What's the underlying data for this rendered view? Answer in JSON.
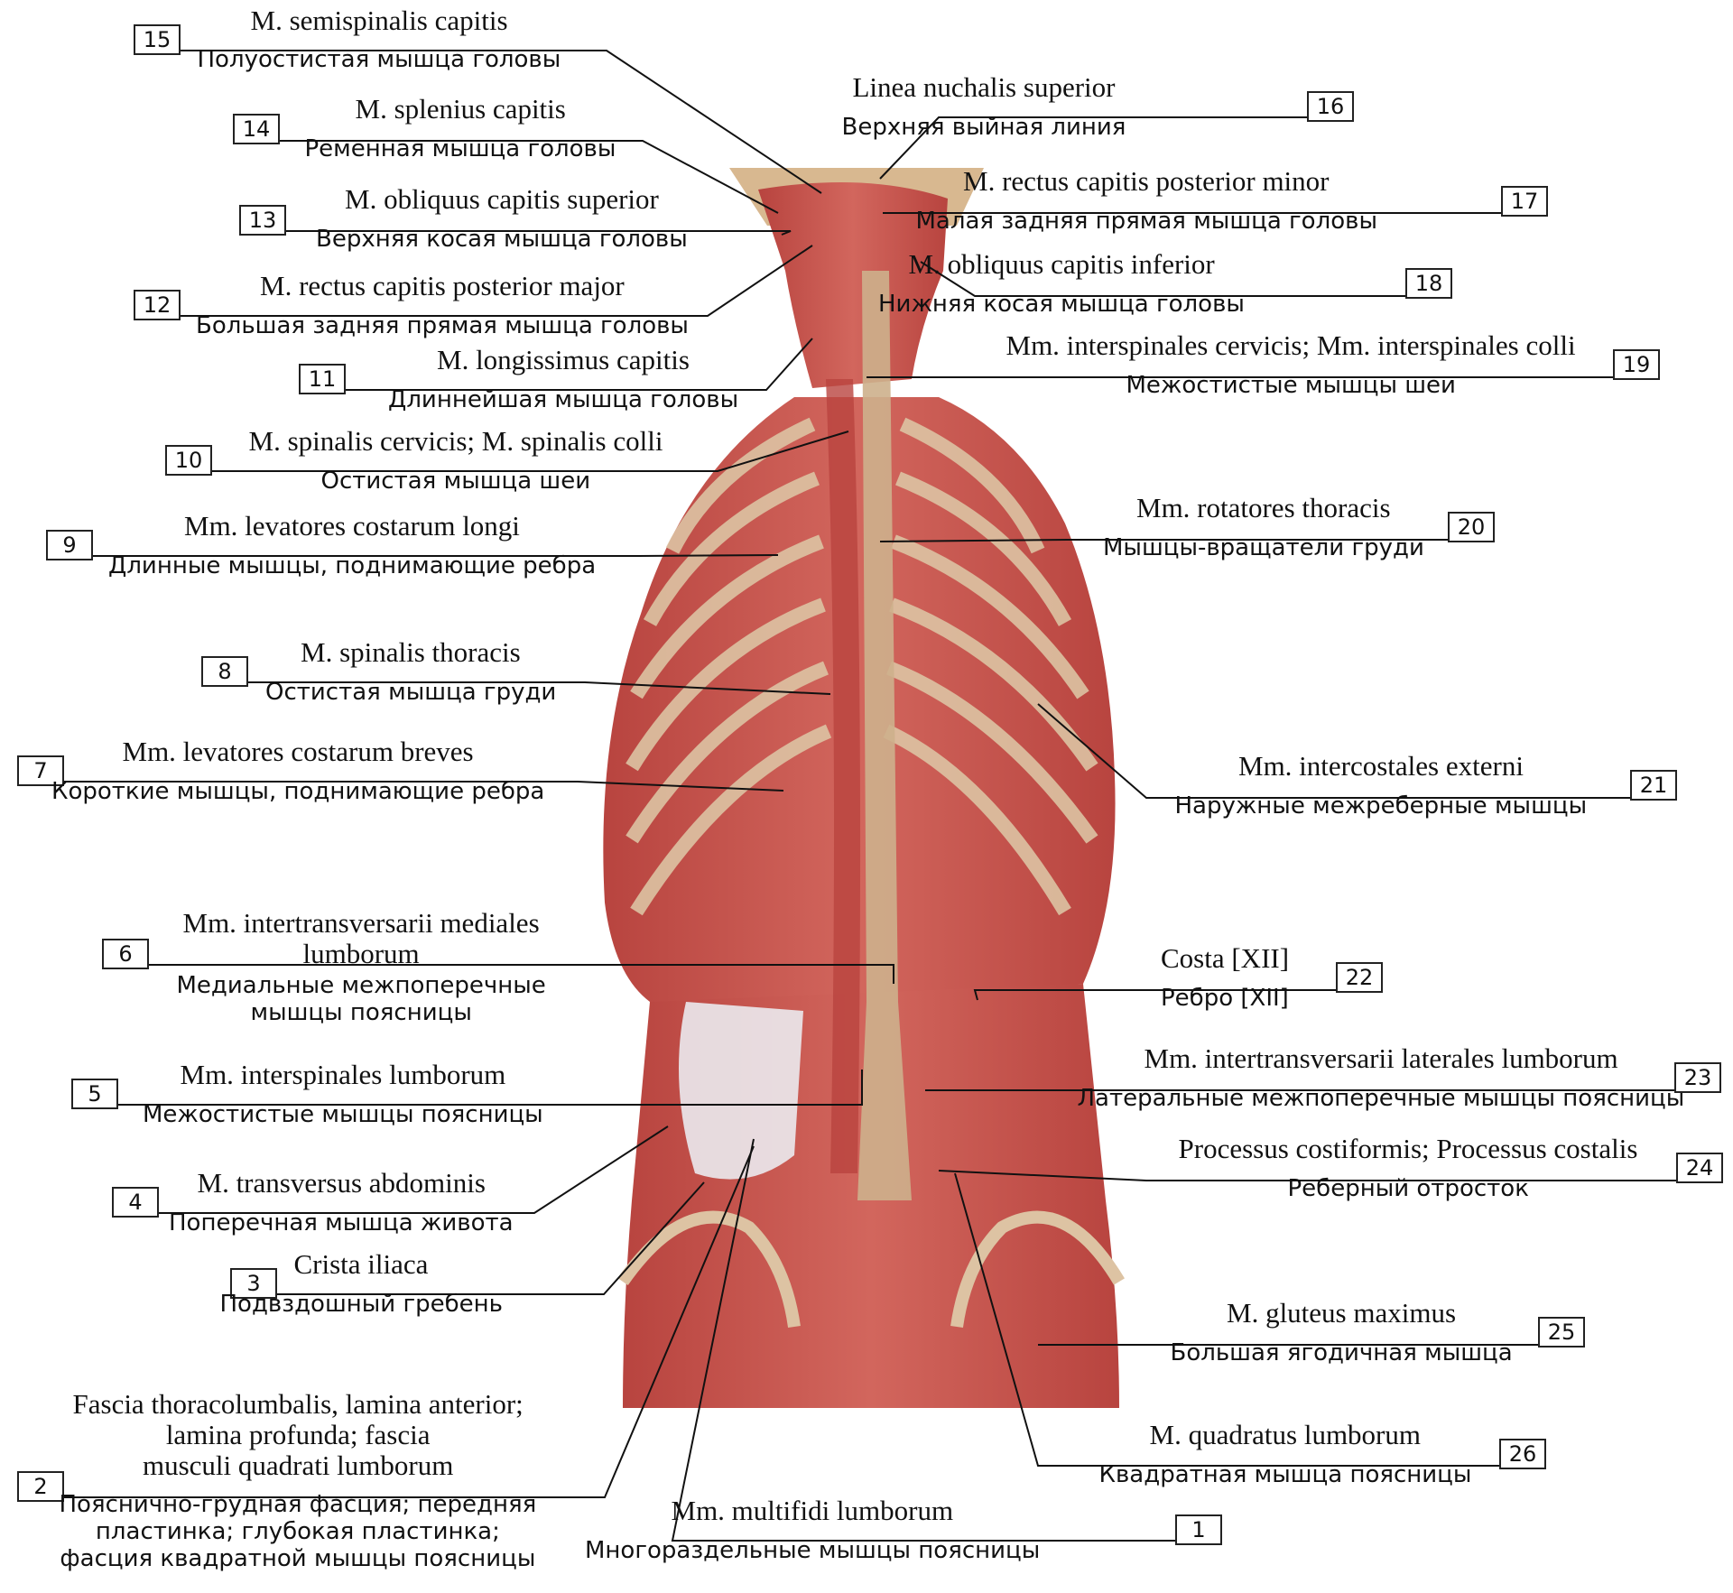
{
  "labels": [
    {
      "num": "15",
      "latin": "M. semispinalis capitis",
      "russian": "Полуостистая мышца головы"
    },
    {
      "num": "14",
      "latin": "M. splenius capitis",
      "russian": "Ременная мышца головы"
    },
    {
      "num": "13",
      "latin": "M. obliquus capitis superior",
      "russian": "Верхняя косая мышца головы"
    },
    {
      "num": "12",
      "latin": "M. rectus capitis posterior major",
      "russian": "Большая задняя прямая мышца головы"
    },
    {
      "num": "11",
      "latin": "M. longissimus capitis",
      "russian": "Длиннейшая мышца головы"
    },
    {
      "num": "10",
      "latin": "M. spinalis cervicis; M. spinalis colli",
      "russian": "Остистая мышца шеи"
    },
    {
      "num": "9",
      "latin": "Mm. levatores costarum longi",
      "russian": "Длинные мышцы, поднимающие ребра"
    },
    {
      "num": "8",
      "latin": "M. spinalis thoracis",
      "russian": "Остистая мышца груди"
    },
    {
      "num": "7",
      "latin": "Mm. levatores costarum breves",
      "russian": "Короткие мышцы, поднимающие ребра"
    },
    {
      "num": "6",
      "latin": "Mm. intertransversarii mediales lumborum",
      "russian": "Медиальные межпоперечные мышцы поясницы"
    },
    {
      "num": "5",
      "latin": "Mm. interspinales lumborum",
      "russian": "Межостистые мышцы поясницы"
    },
    {
      "num": "4",
      "latin": "M. transversus abdominis",
      "russian": "Поперечная мышца живота"
    },
    {
      "num": "3",
      "latin": "Crista iliaca",
      "russian": "Подвздошный гребень"
    },
    {
      "num": "2",
      "latin": "Fascia thoracolumbalis, lamina anterior; lamina profunda; fascia musculi quadrati lumborum",
      "russian": "Пояснично-грудная фасция; передняя пластинка; глубокая пластинка; фасция квадратной мышцы поясницы"
    },
    {
      "num": "1",
      "latin": "Mm. multifidi lumborum",
      "russian": "Многораздельные мышцы поясницы"
    },
    {
      "num": "16",
      "latin": "Linea nuchalis superior",
      "russian": "Верхняя выйная линия"
    },
    {
      "num": "17",
      "latin": "M. rectus capitis posterior minor",
      "russian": "Малая задняя прямая мышца головы"
    },
    {
      "num": "18",
      "latin": "M. obliquus capitis inferior",
      "russian": "Нижняя косая мышца головы"
    },
    {
      "num": "19",
      "latin": "Mm. interspinales cervicis; Mm. interspinales colli",
      "russian": "Межостистые мышцы шеи"
    },
    {
      "num": "20",
      "latin": "Mm. rotatores thoracis",
      "russian": "Мышцы-вращатели груди"
    },
    {
      "num": "21",
      "latin": "Mm. intercostales externi",
      "russian": "Наружные межреберные мышцы"
    },
    {
      "num": "22",
      "latin": "Costa [XII]",
      "russian": "Ребро [XII]"
    },
    {
      "num": "23",
      "latin": "Mm. intertransversarii laterales lumborum",
      "russian": "Латеральные межпоперечные мышцы поясницы"
    },
    {
      "num": "24",
      "latin": "Processus costiformis; Processus costalis",
      "russian": "Реберный отросток"
    },
    {
      "num": "25",
      "latin": "M. gluteus maximus",
      "russian": "Большая ягодичная мышца"
    },
    {
      "num": "26",
      "latin": "M. quadratus lumborum",
      "russian": "Квадратная мышца поясницы"
    }
  ],
  "colors": {
    "muscle": "#c9554f",
    "muscle_dark": "#a63a36",
    "bone": "#d9bfa0",
    "fascia": "#e9e9ee",
    "line": "#111111"
  }
}
